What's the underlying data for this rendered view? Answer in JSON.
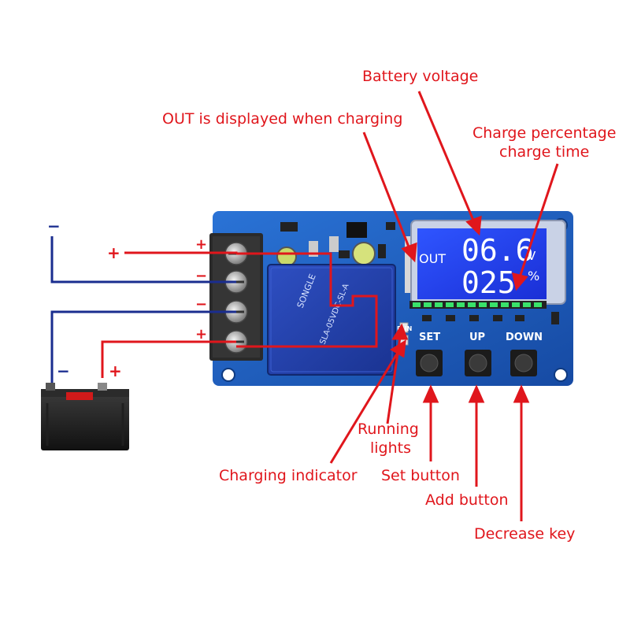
{
  "labels": {
    "battery_voltage": "Battery voltage",
    "out_displayed": "OUT is displayed when charging",
    "charge_percentage": "Charge percentage",
    "charge_time": "charge time",
    "running_lights_1": "Running",
    "running_lights_2": "lights",
    "charging_indicator": "Charging indicator",
    "set_button": "Set button",
    "add_button": "Add button",
    "decrease_key": "Decrease key"
  },
  "lcd": {
    "out": "OUT",
    "voltage": "06.6",
    "voltage_unit": "V",
    "percent": "025",
    "percent_unit": "%"
  },
  "board": {
    "set": "SET",
    "up": "UP",
    "down": "DOWN",
    "run": "RUN",
    "relay_brand": "SONGLE",
    "relay_model": "SLA-05VDC-SL-A"
  },
  "terminals": {
    "t1": "+",
    "t2": "−",
    "t3": "−",
    "t4": "+"
  },
  "wires": {
    "input_neg": "−",
    "input_pos": "+",
    "battery_neg": "−",
    "battery_pos": "+"
  },
  "colors": {
    "annotation": "#e0161c",
    "wire_blue": "#1a2d8f",
    "pcb": "#1f5fbf",
    "lcd": "#1c3cf0"
  }
}
